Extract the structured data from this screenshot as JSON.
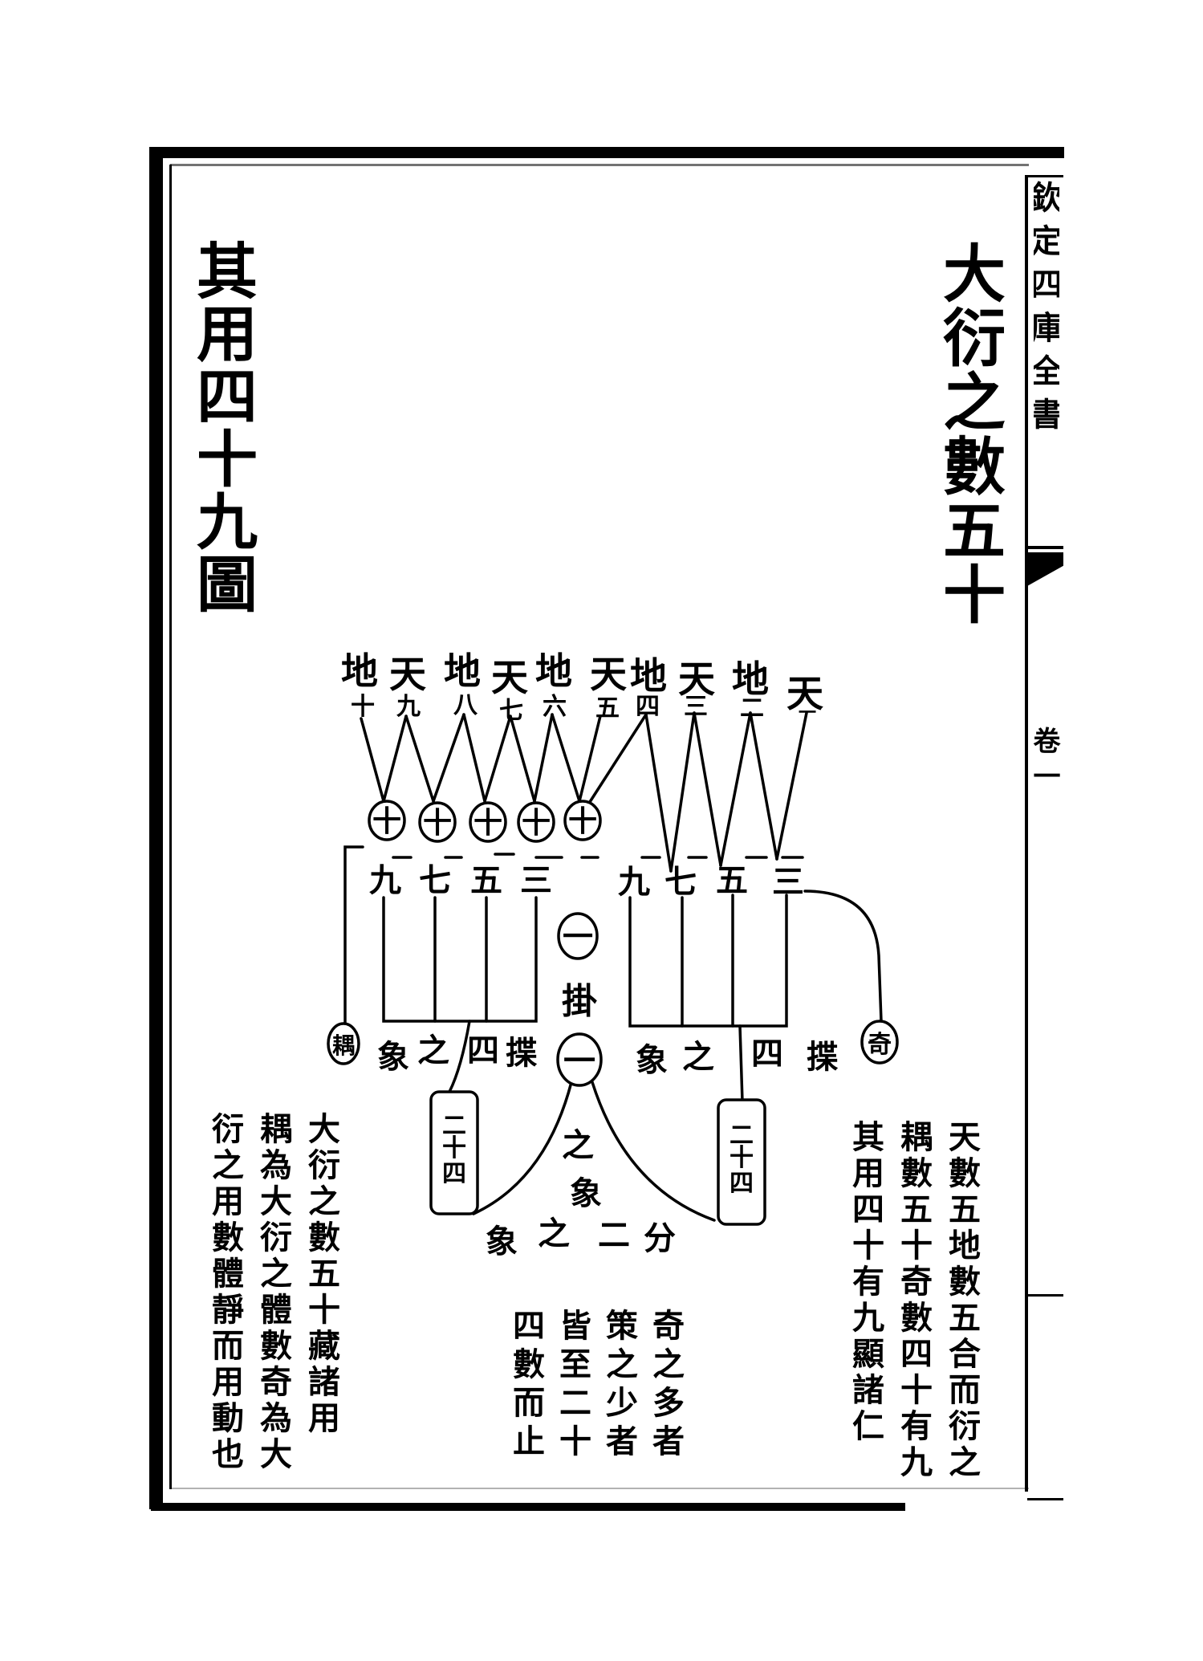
{
  "page": {
    "title_right": "大衍之數五十",
    "title_left": "其用四十九圖",
    "margin_header": "欽定四庫全書",
    "margin_chapter": "卷一"
  },
  "diagram": {
    "top_labels": [
      {
        "top": "地",
        "bottom": "十"
      },
      {
        "top": "天",
        "bottom": "九"
      },
      {
        "top": "地",
        "bottom": "八"
      },
      {
        "top": "天",
        "bottom": "七"
      },
      {
        "top": "地",
        "bottom": "六"
      },
      {
        "top": "天",
        "bottom": "五"
      },
      {
        "top": "地",
        "bottom": "四"
      },
      {
        "top": "天",
        "bottom": "三"
      },
      {
        "top": "地",
        "bottom": "二"
      },
      {
        "top": "天",
        "bottom": "一"
      }
    ],
    "ten_circles": [
      "十",
      "十",
      "十",
      "十",
      "十"
    ],
    "left_numbers": [
      "九",
      "七",
      "五",
      "三"
    ],
    "right_numbers": [
      "九",
      "七",
      "五",
      "三"
    ],
    "top_circle": "一",
    "hang_label": "掛",
    "bottom_circle": "一",
    "even_circle": "耦",
    "odd_circle": "奇",
    "left_caption": [
      "象",
      "之",
      "四",
      "揲"
    ],
    "right_caption": [
      "象",
      "之",
      "四",
      "揲"
    ],
    "left_box": [
      "二",
      "十",
      "四"
    ],
    "right_box": [
      "二",
      "十",
      "四"
    ],
    "center_vertical": [
      "之",
      "象"
    ],
    "bottom_caption": [
      "象",
      "之",
      "二",
      "分"
    ]
  },
  "notes": {
    "right": [
      "天數五地數五合而衍之",
      "耦數五十奇數四十有九",
      "其用四十有九顯諸仁"
    ],
    "center": [
      "奇之多者",
      "策之少者",
      "皆至二十",
      "四數而止"
    ],
    "left": [
      "大衍之數五十藏諸用",
      "耦為大衍之體數奇為大",
      "衍之用數體靜而用動也"
    ]
  }
}
